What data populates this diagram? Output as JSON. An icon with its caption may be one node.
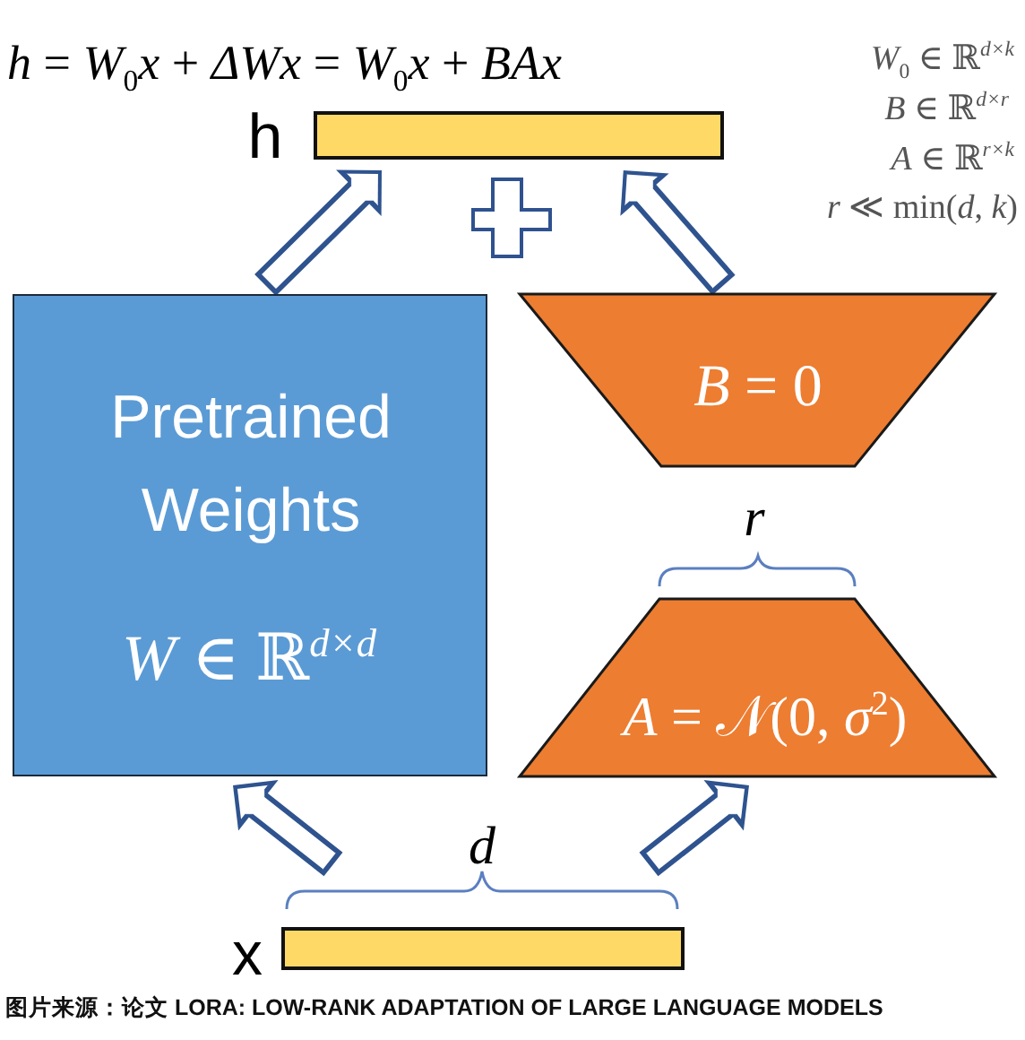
{
  "diagram": {
    "caption": "图片来源：论文 LORA: LOW-RANK ADAPTATION OF LARGE LANGUAGE MODELS",
    "nodes": [
      {
        "text": [
          "h"
        ]
      },
      {
        "text": [
          "Pretrained Weights",
          "*W* ∈ ℝ$^{d×d}$"
        ]
      },
      {
        "text": [
          "*B* = 0"
        ]
      },
      {
        "text": [
          "*A* = 𝒩(0, *σ*$^{2}$)"
        ]
      },
      {
        "text": [
          "x"
        ]
      }
    ],
    "edges": [
      {
        "from": 1,
        "to": 0,
        "arrow": "to"
      },
      {
        "from": 2,
        "to": 0,
        "arrow": "to"
      },
      {
        "from": 4,
        "to": 1,
        "arrow": "to"
      },
      {
        "from": 4,
        "to": 3,
        "arrow": "to"
      }
    ],
    "labels": [
      "*h* = *W*$_{0}$*x* + *ΔWx* = *W*$_{0}$*x* + *BAx*",
      "*W*$_{0}$ ∈ ℝ$^{d×k}$",
      "*B* ∈ ℝ$^{d×r}$",
      "*A* ∈ ℝ$^{r×k}$",
      "*r* ≪ min(*d*, *k*)",
      "r",
      "d"
    ]
  }
}
